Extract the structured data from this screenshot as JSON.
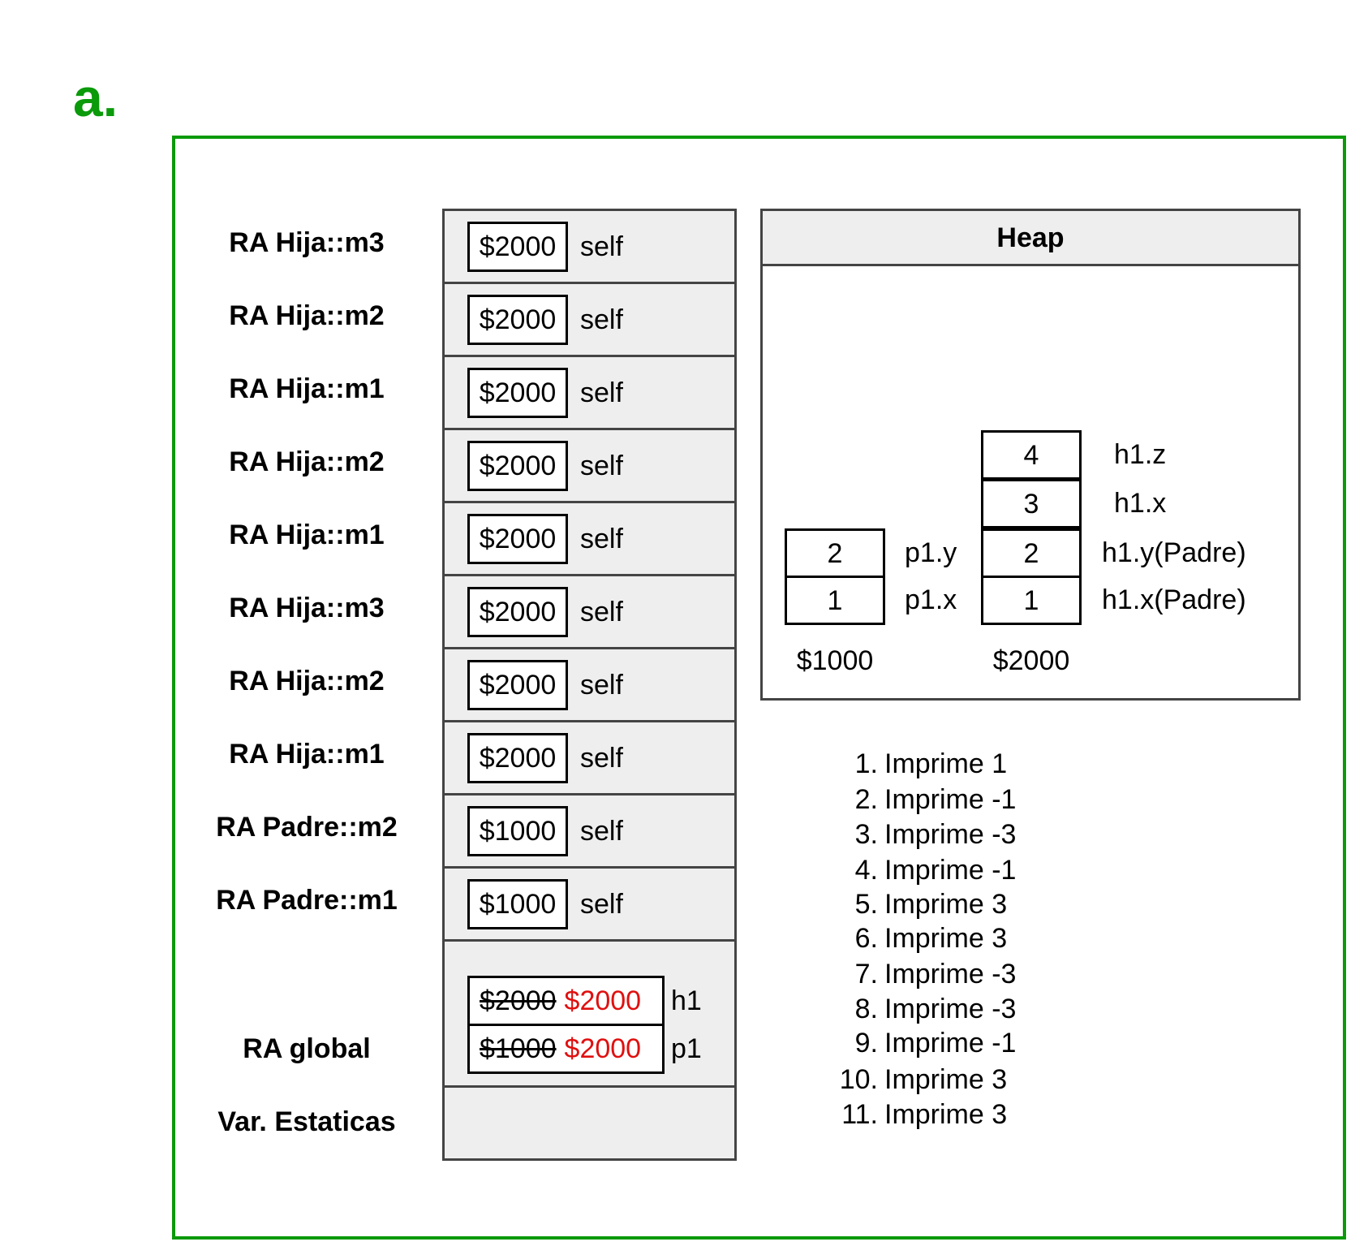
{
  "heading": "a.",
  "stack_frames": [
    {
      "label": "RA Hija::m3",
      "value": "$2000",
      "var": "self"
    },
    {
      "label": "RA Hija::m2",
      "value": "$2000",
      "var": "self"
    },
    {
      "label": "RA Hija::m1",
      "value": "$2000",
      "var": "self"
    },
    {
      "label": "RA Hija::m2",
      "value": "$2000",
      "var": "self"
    },
    {
      "label": "RA Hija::m1",
      "value": "$2000",
      "var": "self"
    },
    {
      "label": "RA Hija::m3",
      "value": "$2000",
      "var": "self"
    },
    {
      "label": "RA Hija::m2",
      "value": "$2000",
      "var": "self"
    },
    {
      "label": "RA Hija::m1",
      "value": "$2000",
      "var": "self"
    },
    {
      "label": "RA Padre::m2",
      "value": "$1000",
      "var": "self"
    },
    {
      "label": "RA Padre::m1",
      "value": "$1000",
      "var": "self"
    }
  ],
  "global": {
    "label": "RA global",
    "vars": [
      {
        "old": "$2000",
        "new": "$2000",
        "name": "h1"
      },
      {
        "old": "$1000",
        "new": "$2000",
        "name": "p1"
      }
    ]
  },
  "static_label": "Var. Estaticas",
  "heap": {
    "title": "Heap",
    "objects": [
      {
        "address": "$1000",
        "cells": [
          {
            "value": "2",
            "name": "p1.y"
          },
          {
            "value": "1",
            "name": "p1.x"
          }
        ]
      },
      {
        "address": "$2000",
        "cells": [
          {
            "value": "4",
            "name": "h1.z"
          },
          {
            "value": "3",
            "name": "h1.x"
          },
          {
            "value": "2",
            "name": "h1.y(Padre)"
          },
          {
            "value": "1",
            "name": "h1.x(Padre)"
          }
        ]
      }
    ]
  },
  "output": [
    {
      "num": "1.",
      "text": "Imprime 1"
    },
    {
      "num": "2.",
      "text": "Imprime -1"
    },
    {
      "num": "3.",
      "text": "Imprime -3"
    },
    {
      "num": "4.",
      "text": "Imprime -1"
    },
    {
      "num": "5.",
      "text": "Imprime 3"
    },
    {
      "num": "6.",
      "text": "Imprime 3"
    },
    {
      "num": "7.",
      "text": "Imprime -3"
    },
    {
      "num": "8.",
      "text": "Imprime -3"
    },
    {
      "num": "9.",
      "text": "Imprime -1"
    },
    {
      "num": "10.",
      "text": "Imprime 3"
    },
    {
      "num": "11.",
      "text": "Imprime 3"
    }
  ],
  "colors": {
    "frame": "#0a9a0a",
    "updated_value": "#e01010"
  }
}
